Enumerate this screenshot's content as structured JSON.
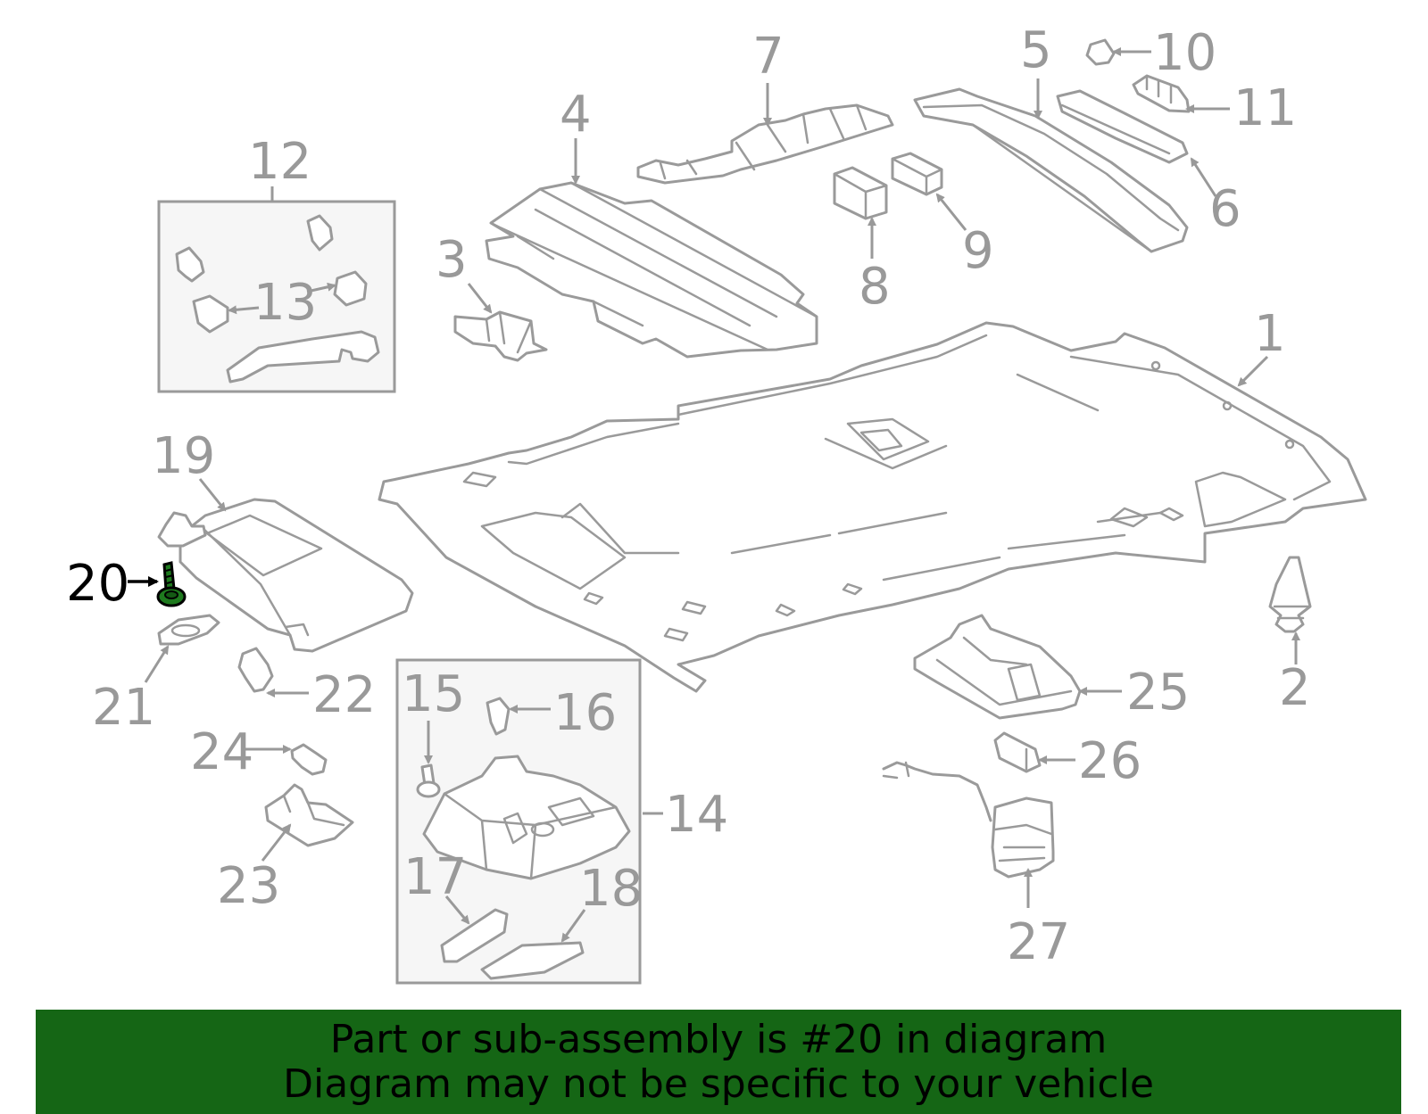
{
  "diagram": {
    "highlighted_part": "20",
    "highlight_color": "#1e7a1e",
    "callouts": [
      "1",
      "2",
      "3",
      "4",
      "5",
      "6",
      "7",
      "8",
      "9",
      "10",
      "11",
      "12",
      "13",
      "14",
      "15",
      "16",
      "17",
      "18",
      "19",
      "20",
      "21",
      "22",
      "23",
      "24",
      "25",
      "26",
      "27"
    ]
  },
  "banner": {
    "line1": "Part or sub-assembly is #20 in diagram",
    "line2": "Diagram may not be specific to your vehicle",
    "background": "#156615"
  }
}
